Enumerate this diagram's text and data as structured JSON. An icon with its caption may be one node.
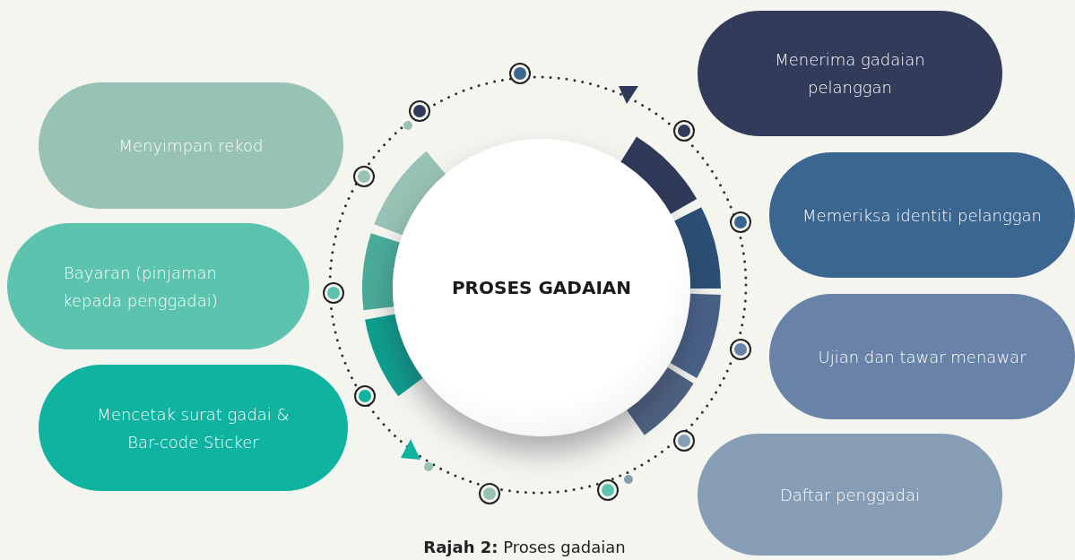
{
  "diagram": {
    "caption": "**Rajah 2:** Proses gadaian",
    "nodes": [
      {
        "text": [
          "PROSES GADAIAN"
        ]
      },
      {
        "text": [
          "Menerima gadaian pelanggan"
        ]
      },
      {
        "text": [
          "Memeriksa identiti pelanggan"
        ]
      },
      {
        "text": [
          "Ujian dan tawar menawar"
        ]
      },
      {
        "text": [
          "Daftar penggadai"
        ]
      },
      {
        "text": [
          "Mencetak surat gadai & Bar-code Sticker"
        ]
      },
      {
        "text": [
          "Bayaran (pinjaman kepada penggadai)"
        ]
      },
      {
        "text": [
          "Menyimpan rekod"
        ]
      }
    ]
  }
}
